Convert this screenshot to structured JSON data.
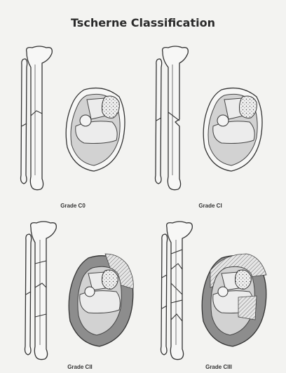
{
  "diagram": {
    "title": "Tscherne Classification",
    "panels": [
      {
        "label": "Grade C0"
      },
      {
        "label": "Grade CI"
      },
      {
        "label": "Grade CII"
      },
      {
        "label": "Grade CIII"
      }
    ]
  }
}
